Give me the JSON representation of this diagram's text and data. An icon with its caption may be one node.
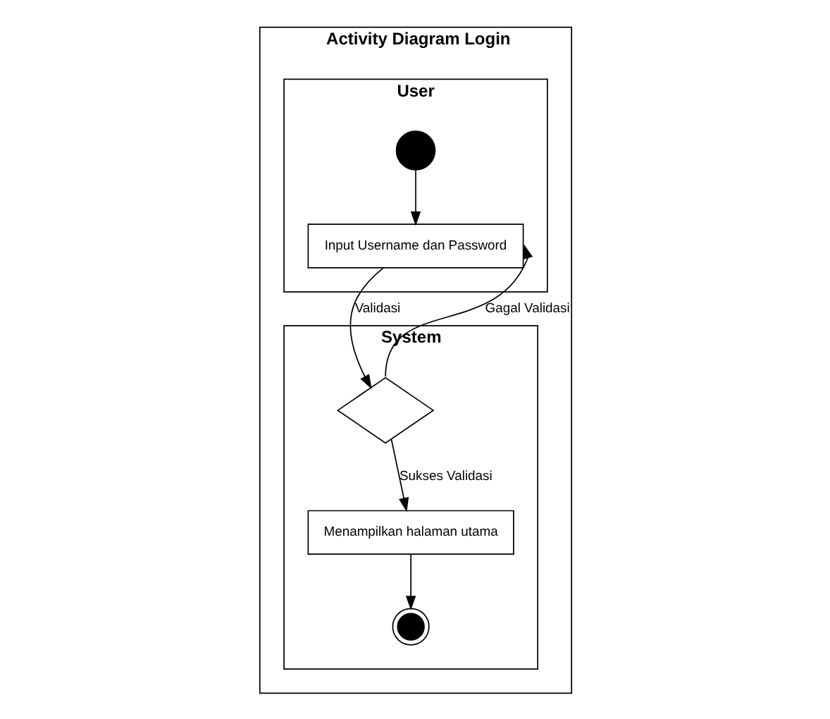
{
  "diagram": {
    "nodes": [
      {
        "text": [
          "Activity Diagram Login"
        ]
      },
      {
        "text": [
          "User"
        ],
        "in": 0
      },
      {
        "text": [
          "System"
        ],
        "in": 0
      },
      {
        "text": [],
        "shape": "circle",
        "in": 1
      },
      {
        "text": [
          "Input Username dan Password"
        ],
        "in": 1
      },
      {
        "text": [],
        "shape": "diamond",
        "in": 2
      },
      {
        "text": [
          "Menampilkan halaman utama"
        ],
        "in": 2
      },
      {
        "text": [],
        "shape": "circle",
        "in": 2
      }
    ],
    "edges": [
      {
        "from": 3,
        "to": 4,
        "arrow": "to"
      },
      {
        "from": 4,
        "to": 5,
        "arrow": "to",
        "label": "Validasi"
      },
      {
        "from": 5,
        "to": 4,
        "arrow": "to",
        "label": "Gagal Validasi"
      },
      {
        "from": 5,
        "to": 6,
        "arrow": "to",
        "label": "Sukses Validasi"
      },
      {
        "from": 6,
        "to": 7,
        "arrow": "to"
      }
    ]
  }
}
